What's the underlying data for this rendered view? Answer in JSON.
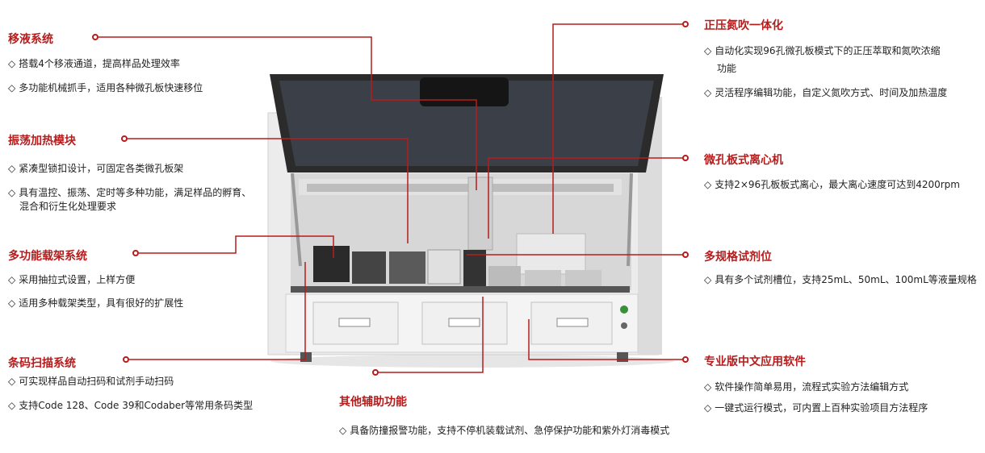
{
  "colors": {
    "accent": "#b71c1c"
  },
  "left": [
    {
      "title": "移液系统",
      "bullets": [
        "搭载4个移液通道，提高样品处理效率",
        "多功能机械抓手，适用各种微孔板快速移位"
      ]
    },
    {
      "title": "振荡加热模块",
      "bullets": [
        "紧凑型锁扣设计，可固定各类微孔板架",
        "具有温控、振荡、定时等多种功能，满足样品的孵育、",
        "混合和衍生化处理要求"
      ]
    },
    {
      "title": "多功能载架系统",
      "bullets": [
        "采用抽拉式设置，上样方便",
        "适用多种载架类型，具有很好的扩展性"
      ]
    },
    {
      "title": "条码扫描系统",
      "bullets": [
        "可实现样品自动扫码和试剂手动扫码",
        "支持Code 128、Code 39和Codaber等常用条码类型"
      ]
    }
  ],
  "right": [
    {
      "title": "正压氮吹一体化",
      "bullets": [
        "自动化实现96孔微孔板模式下的正压萃取和氮吹浓缩",
        "功能",
        "灵活程序编辑功能，自定义氮吹方式、时间及加热温度"
      ]
    },
    {
      "title": "微孔板式离心机",
      "bullets": [
        "支持2×96孔板板式离心，最大离心速度可达到4200rpm"
      ]
    },
    {
      "title": "多规格试剂位",
      "bullets": [
        "具有多个试剂槽位，支持25mL、50mL、100mL等液量规格"
      ]
    },
    {
      "title": "专业版中文应用软件",
      "bullets": [
        "软件操作简单易用，流程式实验方法编辑方式",
        "一键式运行模式，可内置上百种实验项目方法程序"
      ]
    }
  ],
  "bottom": {
    "title": "其他辅助功能",
    "bullet": "具备防撞报警功能，支持不停机装载试剂、急停保护功能和紫外灯消毒模式"
  }
}
